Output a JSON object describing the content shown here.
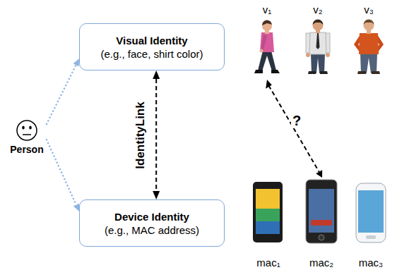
{
  "diagram": {
    "nodes": [
      {
        "text": [
          "Visual Identity",
          "(e.g., face, shirt color)"
        ]
      },
      {
        "text": [
          "Person"
        ]
      },
      {
        "text": [
          "Device Identity",
          "(e.g., MAC address)"
        ]
      }
    ],
    "edges": [
      {
        "from": 1,
        "to": 0,
        "arrow": "to"
      },
      {
        "from": 1,
        "to": 2,
        "arrow": "to"
      },
      {
        "from": 0,
        "to": 2,
        "label": "IdentityLink",
        "arrow": "both"
      }
    ],
    "labels": [
      "v₁",
      "v₂",
      "v₃",
      "?",
      "mac₁",
      "mac₂",
      "mac₃"
    ]
  }
}
